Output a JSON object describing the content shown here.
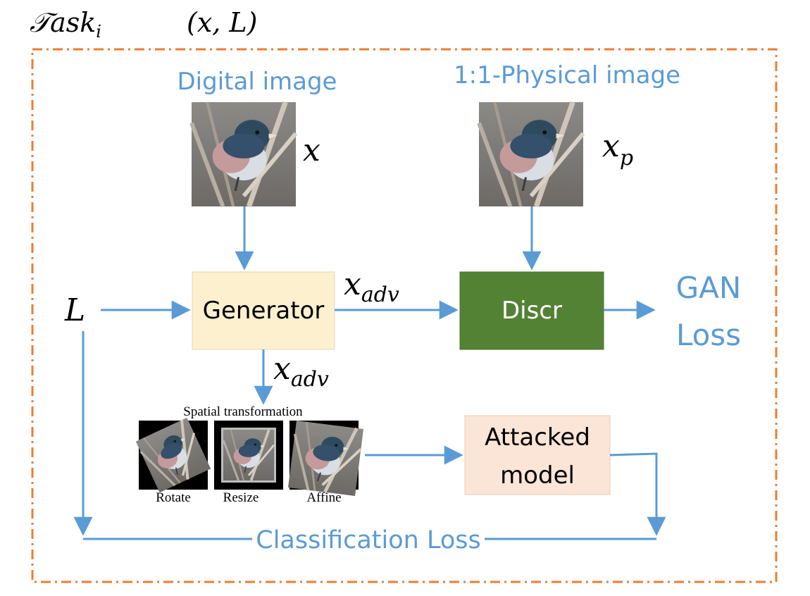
{
  "header": {
    "task_base": "𝒯ask",
    "task_sub": "i",
    "tuple": "(x, L)"
  },
  "inputs": {
    "digital_title": "Digital image",
    "digital_var": "x",
    "physical_title": "1:1-Physical image",
    "physical_var_base": "x",
    "physical_var_sub": "p"
  },
  "label_var": "L",
  "generator": {
    "label": "Generator"
  },
  "discriminator": {
    "label": "Discr"
  },
  "gan_loss": {
    "line1": "GAN",
    "line2": "Loss"
  },
  "adv_var": {
    "base": "x",
    "sub": "adv"
  },
  "spatial": {
    "title": "Spatial transformation",
    "items": [
      "Rotate",
      "Resize",
      "Affine"
    ]
  },
  "attacked_model": {
    "line1": "Attacked",
    "line2": "model"
  },
  "classification_loss": "Classification Loss",
  "colors": {
    "frame": "#ed7d31",
    "arrow": "#5b9bd5",
    "generator_fill": "#fdf0cf",
    "discriminator_fill": "#548235",
    "attacked_fill": "#fbe5d6",
    "text_blue": "#5b9bd5"
  }
}
